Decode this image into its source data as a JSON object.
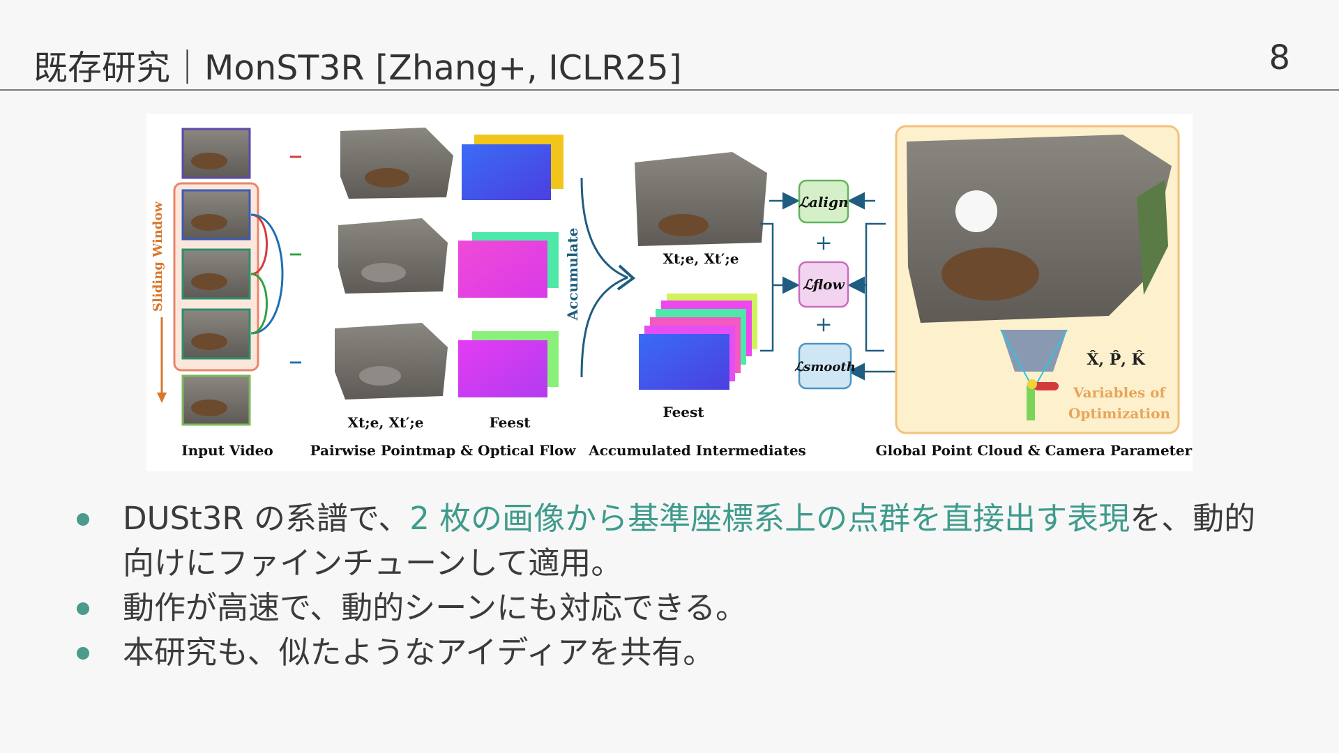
{
  "header": {
    "title": "既存研究｜MonST3R [Zhang+, ICLR25]",
    "page_number": "8"
  },
  "figure": {
    "sliding_window": "Sliding Window",
    "accumulate": "Accumulate",
    "captions": {
      "input_video": "Input Video",
      "pairwise": "Pairwise Pointmap & Optical Flow",
      "accumulated": "Accumulated Intermediates",
      "global": "Global Point Cloud & Camera Parameters"
    },
    "pair_sign": "−",
    "pointmap_label": "Xt;e, Xt′;e",
    "flow_label": "Feest",
    "losses": {
      "align": "ℒalign",
      "flow": "ℒflow",
      "smooth": "ℒsmooth",
      "plus": "+"
    },
    "optimization_vars": "X̂, P̂, K̂",
    "variables_line1": "Variables of",
    "variables_line2": "Optimization"
  },
  "bullets": [
    {
      "before": "DUSt3R の系譜で、",
      "highlight": "2 枚の画像から基準座標系上の点群を直接出す表現",
      "after": "を、動的向けにファインチューンして適用。"
    },
    {
      "before": "動作が高速で、動的シーンにも対応できる。",
      "highlight": "",
      "after": ""
    },
    {
      "before": "本研究も、似たようなアイディアを共有。",
      "highlight": "",
      "after": ""
    }
  ],
  "colors": {
    "accent": "#3f9b8c",
    "rule": "#7a7a7a",
    "loss_box_green": "#d5efc9",
    "loss_box_pink": "#f3d4f0",
    "loss_box_blue": "#cfe7f5",
    "optim_bg": "#fdf0cd"
  }
}
